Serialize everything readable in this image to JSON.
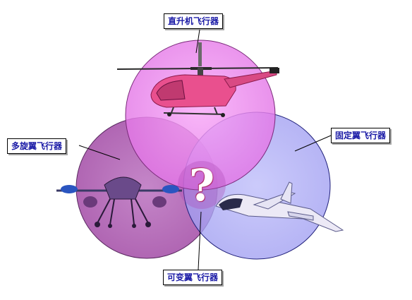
{
  "labels": {
    "helicopter": "直升机飞行器",
    "multirotor": "多旋翼飞行器",
    "fixed_wing": "固定翼飞行器",
    "convertible": "可变翼飞行器"
  },
  "center_symbol": "?",
  "colors": {
    "helicopter_circle": "#f07ff0",
    "multirotor_circle": "#b25fb2",
    "fixed_wing_circle": "#a8a6f6",
    "label_text": "#1a1aa6"
  }
}
